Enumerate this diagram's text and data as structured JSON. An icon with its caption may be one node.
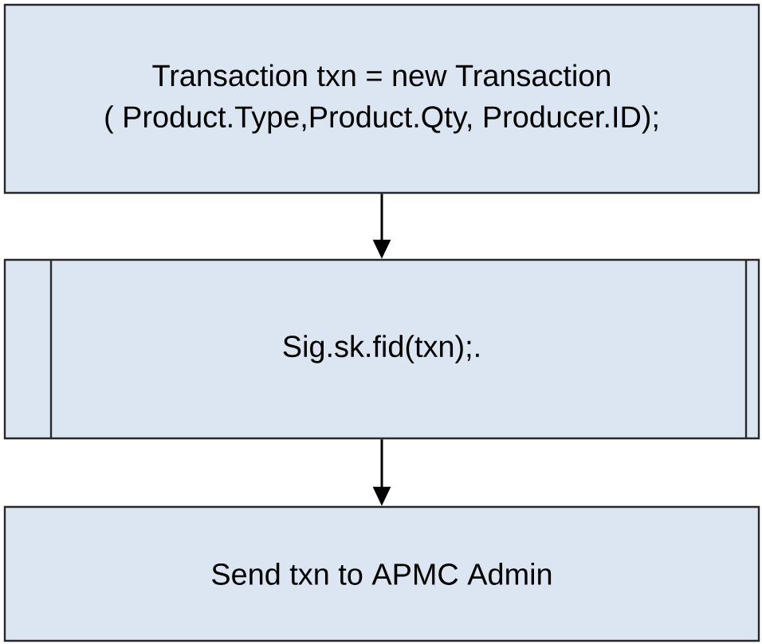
{
  "diagram": {
    "nodes": [
      {
        "text": [
          "Transaction txn = new Transaction",
          "( Product.Type,Product.Qty, Producer.ID);"
        ]
      },
      {
        "text": [
          "Sig.sk.fid(txn);."
        ]
      },
      {
        "text": [
          "Send txn to APMC Admin"
        ]
      }
    ],
    "edges": [
      {
        "from": 0,
        "to": 1,
        "arrow": "to"
      },
      {
        "from": 1,
        "to": 2,
        "arrow": "to"
      }
    ]
  }
}
